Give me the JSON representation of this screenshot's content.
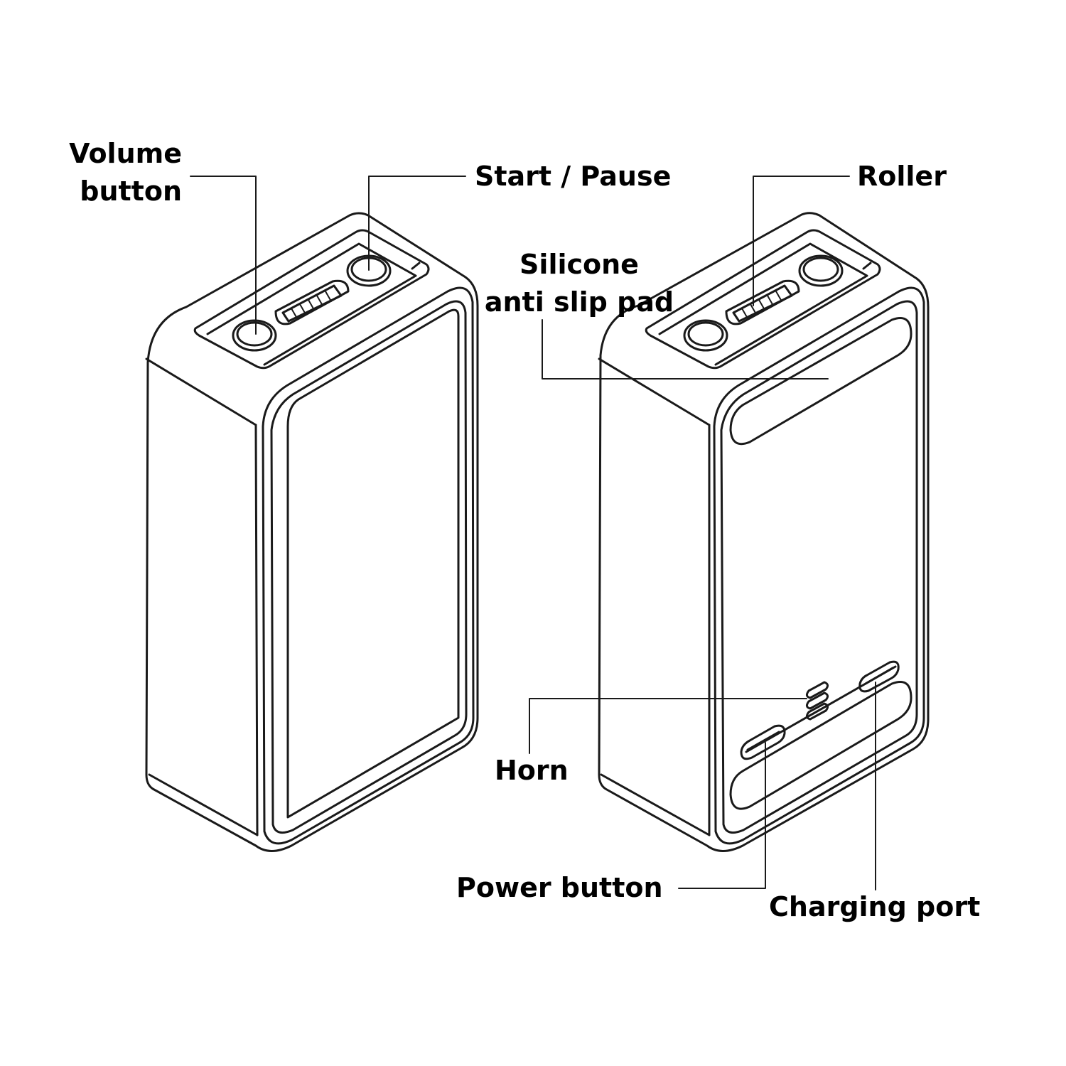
{
  "colors": {
    "stroke": "#1a1a1a",
    "text": "#000000",
    "background": "#ffffff"
  },
  "labels": {
    "volume_button_line1": "Volume",
    "volume_button_line2": "button",
    "start_pause": "Start / Pause",
    "roller": "Roller",
    "silicone_line1": "Silicone",
    "silicone_line2": "anti slip pad",
    "horn": "Horn",
    "power_button": "Power button",
    "charging_port": "Charging port"
  }
}
